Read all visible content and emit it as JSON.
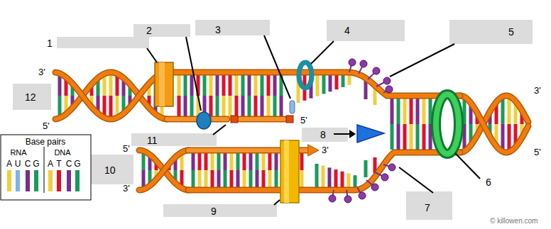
{
  "diagram": {
    "labels": [
      "1",
      "2",
      "3",
      "4",
      "5",
      "3'",
      "12",
      "5'",
      "5'",
      "3'",
      "11",
      "8",
      "5'",
      "3'",
      "10",
      "3'",
      "9",
      "7",
      "6",
      "5'",
      "Base pairs",
      "RNA",
      "DNA",
      "© killowen.com"
    ],
    "legend": [
      {
        "text": "A",
        "color": "#f0cf3a"
      },
      {
        "text": "U",
        "color": "#7fb2e6"
      },
      {
        "text": "C",
        "color": "#7b2d8e"
      },
      {
        "text": "G",
        "color": "#1a9a5a"
      },
      {
        "text": "A",
        "color": "#f0cf3a"
      },
      {
        "text": "T",
        "color": "#e0102a"
      },
      {
        "text": "C",
        "color": "#7b2d8e"
      },
      {
        "text": "G",
        "color": "#1a9a5a"
      }
    ]
  }
}
